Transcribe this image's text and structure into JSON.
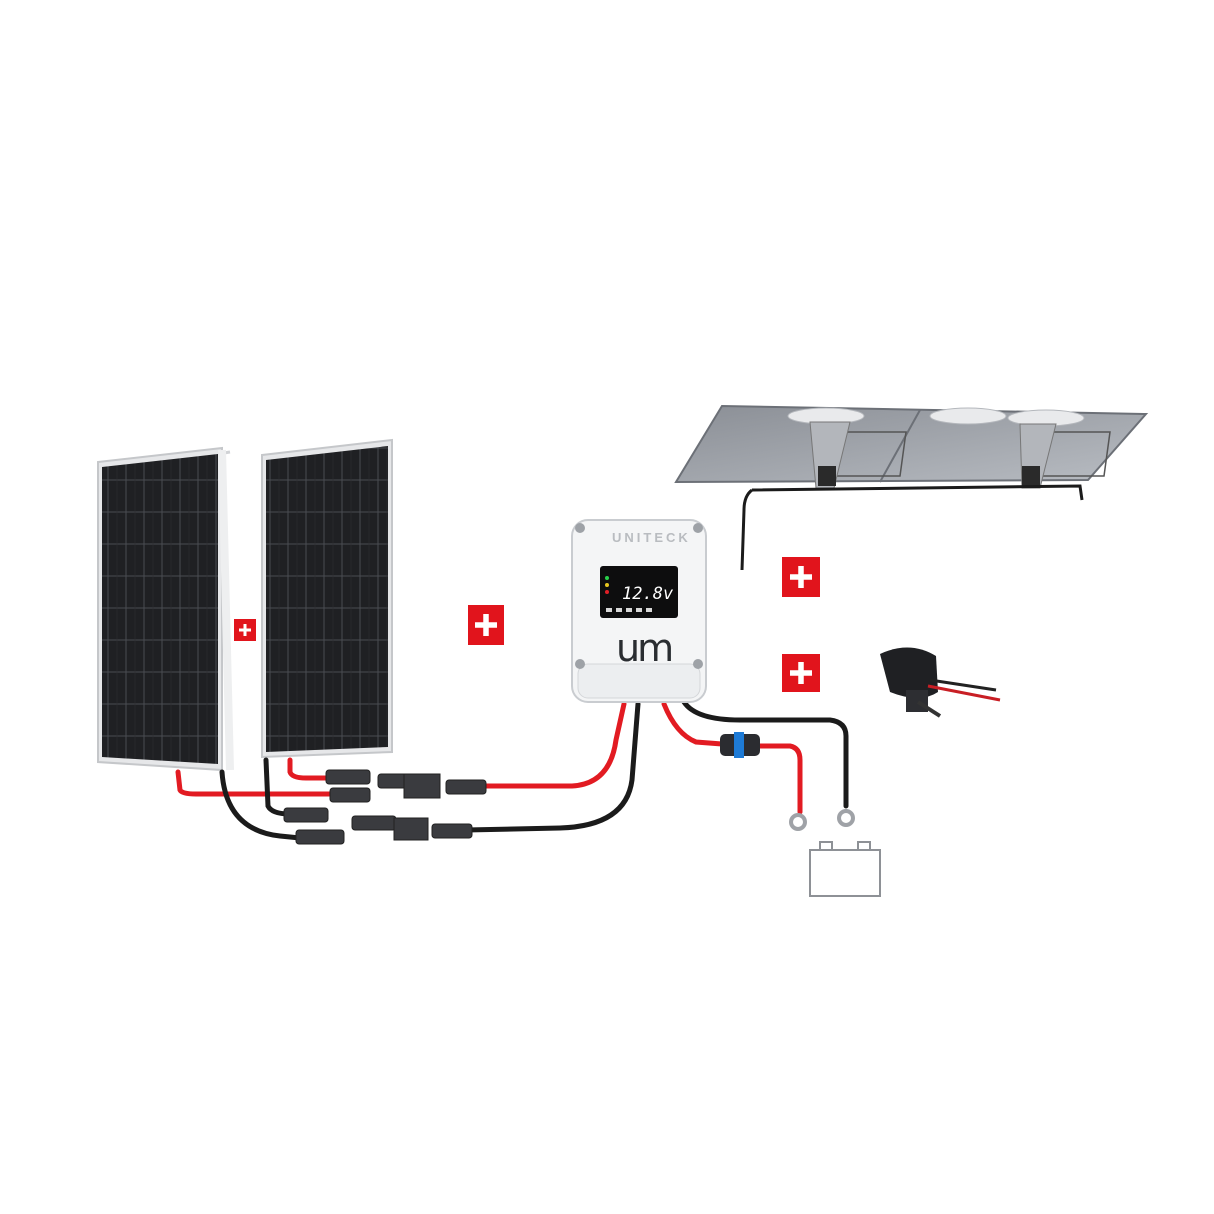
{
  "controller": {
    "brand": "UNITECK",
    "display_value": "12.8v",
    "logo_mark": "um"
  },
  "colors": {
    "badge_red": "#e1141c",
    "cable_red": "#e21b22",
    "cable_black": "#1b1b1b",
    "panel_cell": "#1e1f22",
    "panel_frame": "#d9dadc",
    "controller_body": "#f4f5f6"
  },
  "icons": [
    "plus-icon",
    "battery-icon",
    "fuse-holder-icon",
    "cable-gland-icon"
  ]
}
